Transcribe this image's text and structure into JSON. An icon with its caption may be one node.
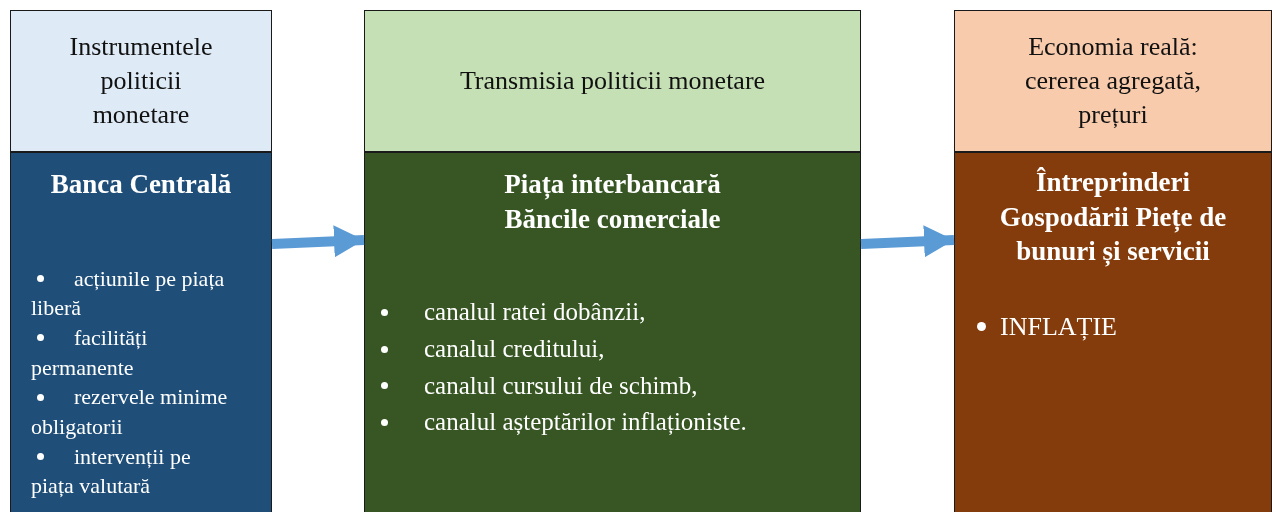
{
  "diagram": {
    "nodes": [
      {
        "text": [
          "Instrumentele politicii monetare"
        ]
      },
      {
        "text": [
          "Banca Centrală",
          "acțiunile pe piața liberă",
          "facilități permanente",
          "rezervele minime obligatorii",
          "intervenții pe piața valutară"
        ]
      },
      {
        "text": [
          "Transmisia politicii monetare"
        ]
      },
      {
        "text": [
          "Piața interbancară Băncile comerciale",
          "canalul ratei dobânzii,",
          "canalul creditului,",
          "canalul cursului de schimb,",
          "canalul așteptărilor inflaționiste."
        ]
      },
      {
        "text": [
          "Economia reală: cererea agregată, prețuri"
        ]
      },
      {
        "text": [
          "Întreprinderi Gospodării Piețe de bunuri și servicii",
          "INFLAȚIE"
        ]
      }
    ],
    "edges": [
      {
        "from": 1,
        "to": 3,
        "arrow": "to"
      },
      {
        "from": 3,
        "to": 5,
        "arrow": "to"
      }
    ]
  }
}
